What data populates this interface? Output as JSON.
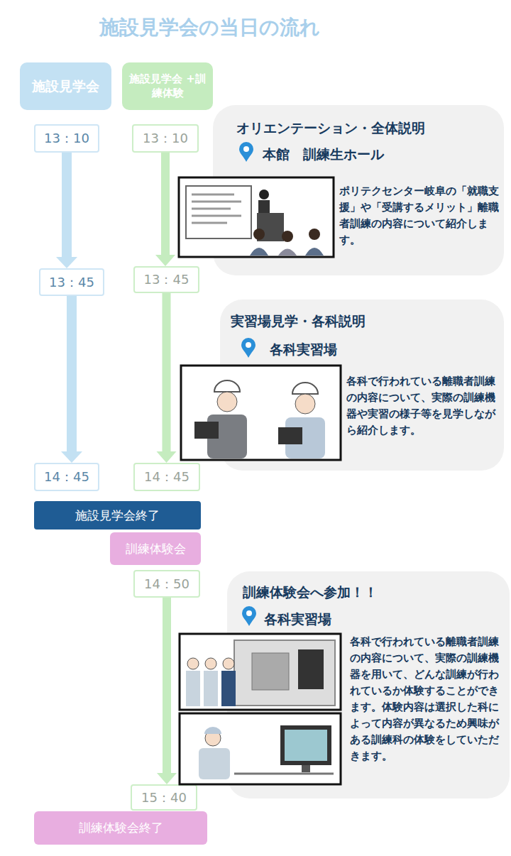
{
  "diagram": {
    "title": "施設見学会の当日の流れ",
    "nodes": [
      {
        "text": [
          "施設見学会"
        ]
      },
      {
        "text": [
          "施設見学会 +訓練体験"
        ]
      },
      {
        "text": [
          "13：10"
        ]
      },
      {
        "text": [
          "13：10"
        ]
      },
      {
        "text": [
          "オリエンテーション・全体説明",
          "本館　訓練生ホール",
          "ポリテクセンター岐阜の「就職支援」や「受講するメリット」離職者訓練の内容について紹介します。"
        ]
      },
      {
        "text": [
          "13：45"
        ]
      },
      {
        "text": [
          "13：45"
        ]
      },
      {
        "text": [
          "実習場見学・各科説明",
          "各科実習場",
          "各科で行われている離職者訓練の内容について、実際の訓練機器や実習の様子等を見学しながら紹介します。"
        ]
      },
      {
        "text": [
          "14：45"
        ]
      },
      {
        "text": [
          "14：45"
        ]
      },
      {
        "text": [
          "施設見学会終了"
        ]
      },
      {
        "text": [
          "訓練体験会"
        ]
      },
      {
        "text": [
          "14：50"
        ]
      },
      {
        "text": [
          "訓練体験会へ参加！！",
          "各科実習場",
          "各科で行われている離職者訓練の内容について、実際の訓練機器を用いて、どんな訓練が行われているか体験することができます。体験内容は選択した科によって内容が異なるため興味がある訓練科の体験をしていただきます。"
        ]
      },
      {
        "text": [
          "15：40"
        ]
      },
      {
        "text": [
          "訓練体験会終了"
        ]
      }
    ],
    "edges": [
      {
        "from": 2,
        "to": 5,
        "arrow": "to"
      },
      {
        "from": 5,
        "to": 8,
        "arrow": "to"
      },
      {
        "from": 3,
        "to": 6,
        "arrow": "to"
      },
      {
        "from": 6,
        "to": 9,
        "arrow": "to"
      },
      {
        "from": 12,
        "to": 14,
        "arrow": "to"
      }
    ]
  }
}
